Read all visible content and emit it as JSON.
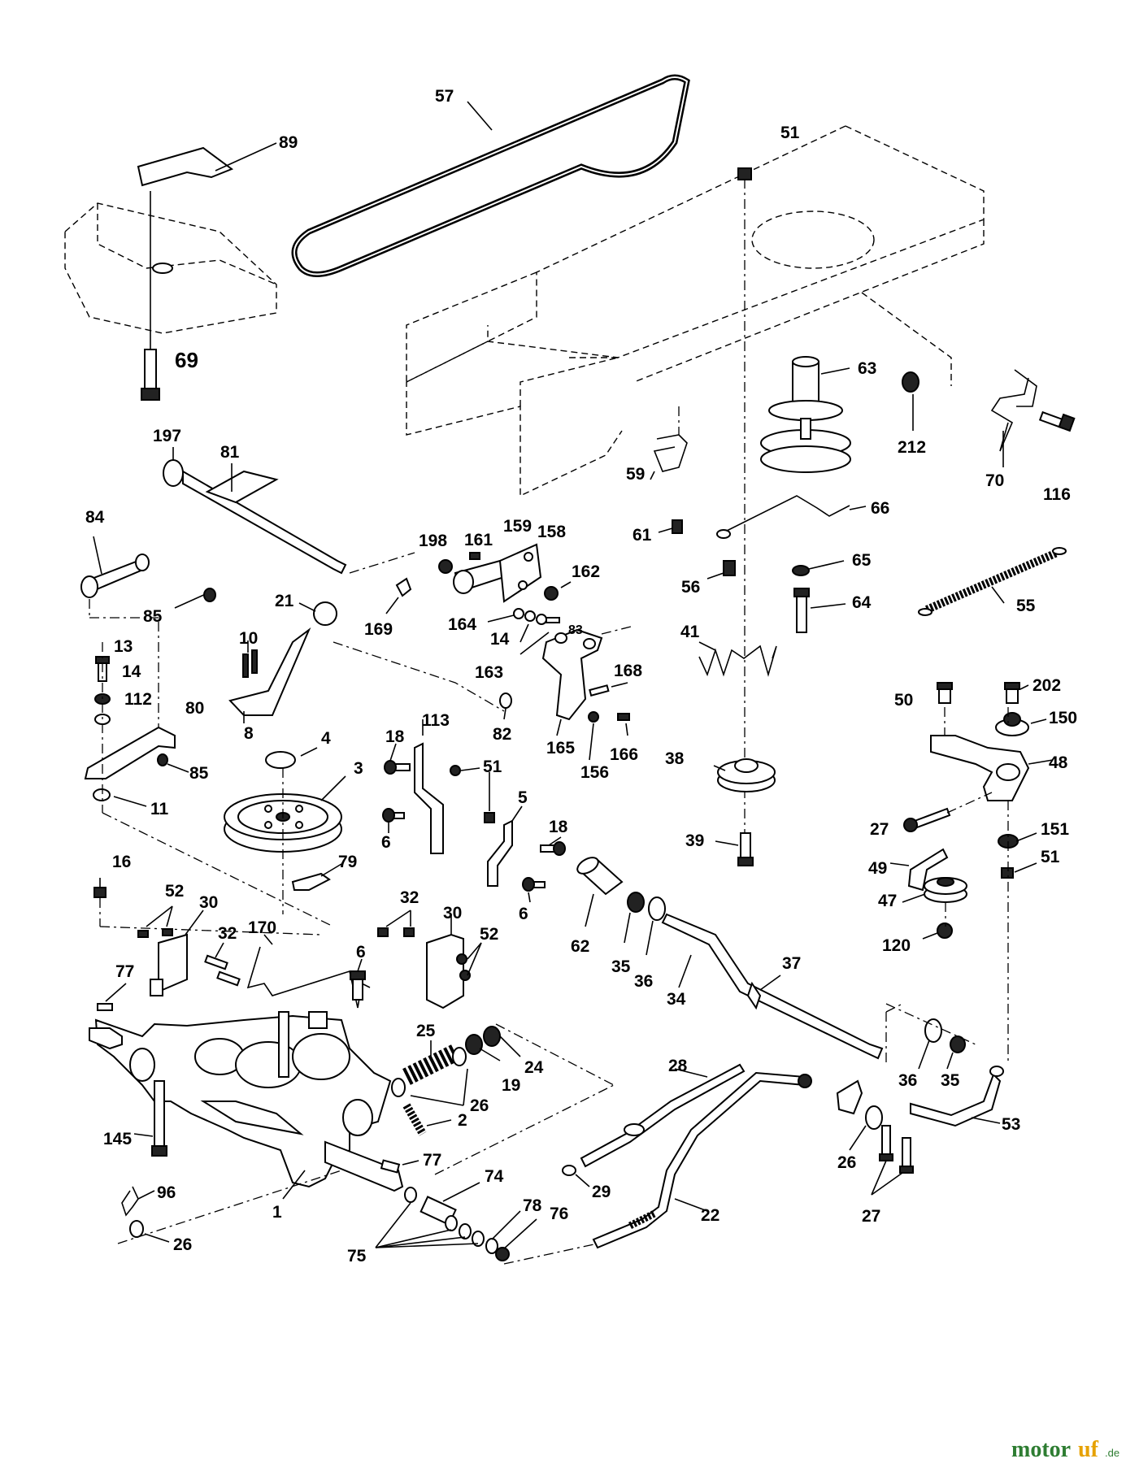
{
  "watermark": {
    "part1": "motor",
    "part2": "uf",
    "part3": ".de"
  },
  "labels": {
    "p57": "57",
    "p89": "89",
    "p51a": "51",
    "p69": "69",
    "p63": "63",
    "p212": "212",
    "p70": "70",
    "p116": "116",
    "p197": "197",
    "p81": "81",
    "p59": "59",
    "p66": "66",
    "p61": "61",
    "p84": "84",
    "p198": "198",
    "p161": "161",
    "p159": "159",
    "p158": "158",
    "p162": "162",
    "p65": "65",
    "p85a": "85",
    "p21": "21",
    "p169": "169",
    "p164": "164",
    "p14a": "14",
    "p83": "83",
    "p56": "56",
    "p64": "64",
    "p55": "55",
    "p13": "13",
    "p10": "10",
    "p41": "41",
    "p163": "163",
    "p168": "168",
    "p14b": "14",
    "p112": "112",
    "p80": "80",
    "p8": "8",
    "p4": "4",
    "p18a": "18",
    "p113": "113",
    "p82": "82",
    "p165": "165",
    "p166": "166",
    "p156": "156",
    "p50": "50",
    "p202": "202",
    "p150": "150",
    "p85b": "85",
    "p3": "3",
    "p51b": "51",
    "p38": "38",
    "p48": "48",
    "p5": "5",
    "p11": "11",
    "p6a": "6",
    "p18b": "18",
    "p27a": "27",
    "p151": "151",
    "p39": "39",
    "p79": "79",
    "p16": "16",
    "p49": "49",
    "p51c": "51",
    "p52a": "52",
    "p30a": "30",
    "p32a": "32",
    "p6b": "6",
    "p47": "47",
    "p32b": "32",
    "p170": "170",
    "p30b": "30",
    "p52b": "52",
    "p62": "62",
    "p120": "120",
    "p35a": "35",
    "p36a": "36",
    "p6c": "6",
    "p37": "37",
    "p77a": "77",
    "p34": "34",
    "p25": "25",
    "p36b": "36",
    "p35b": "35",
    "p24": "24",
    "p19": "19",
    "p28": "28",
    "p26a": "26",
    "p53": "53",
    "p145": "145",
    "p2": "2",
    "p77b": "77",
    "p74": "74",
    "p29": "29",
    "p26b": "26",
    "p96": "96",
    "p78": "78",
    "p76": "76",
    "p22": "22",
    "p27b": "27",
    "p1": "1",
    "p26c": "26",
    "p75": "75"
  }
}
